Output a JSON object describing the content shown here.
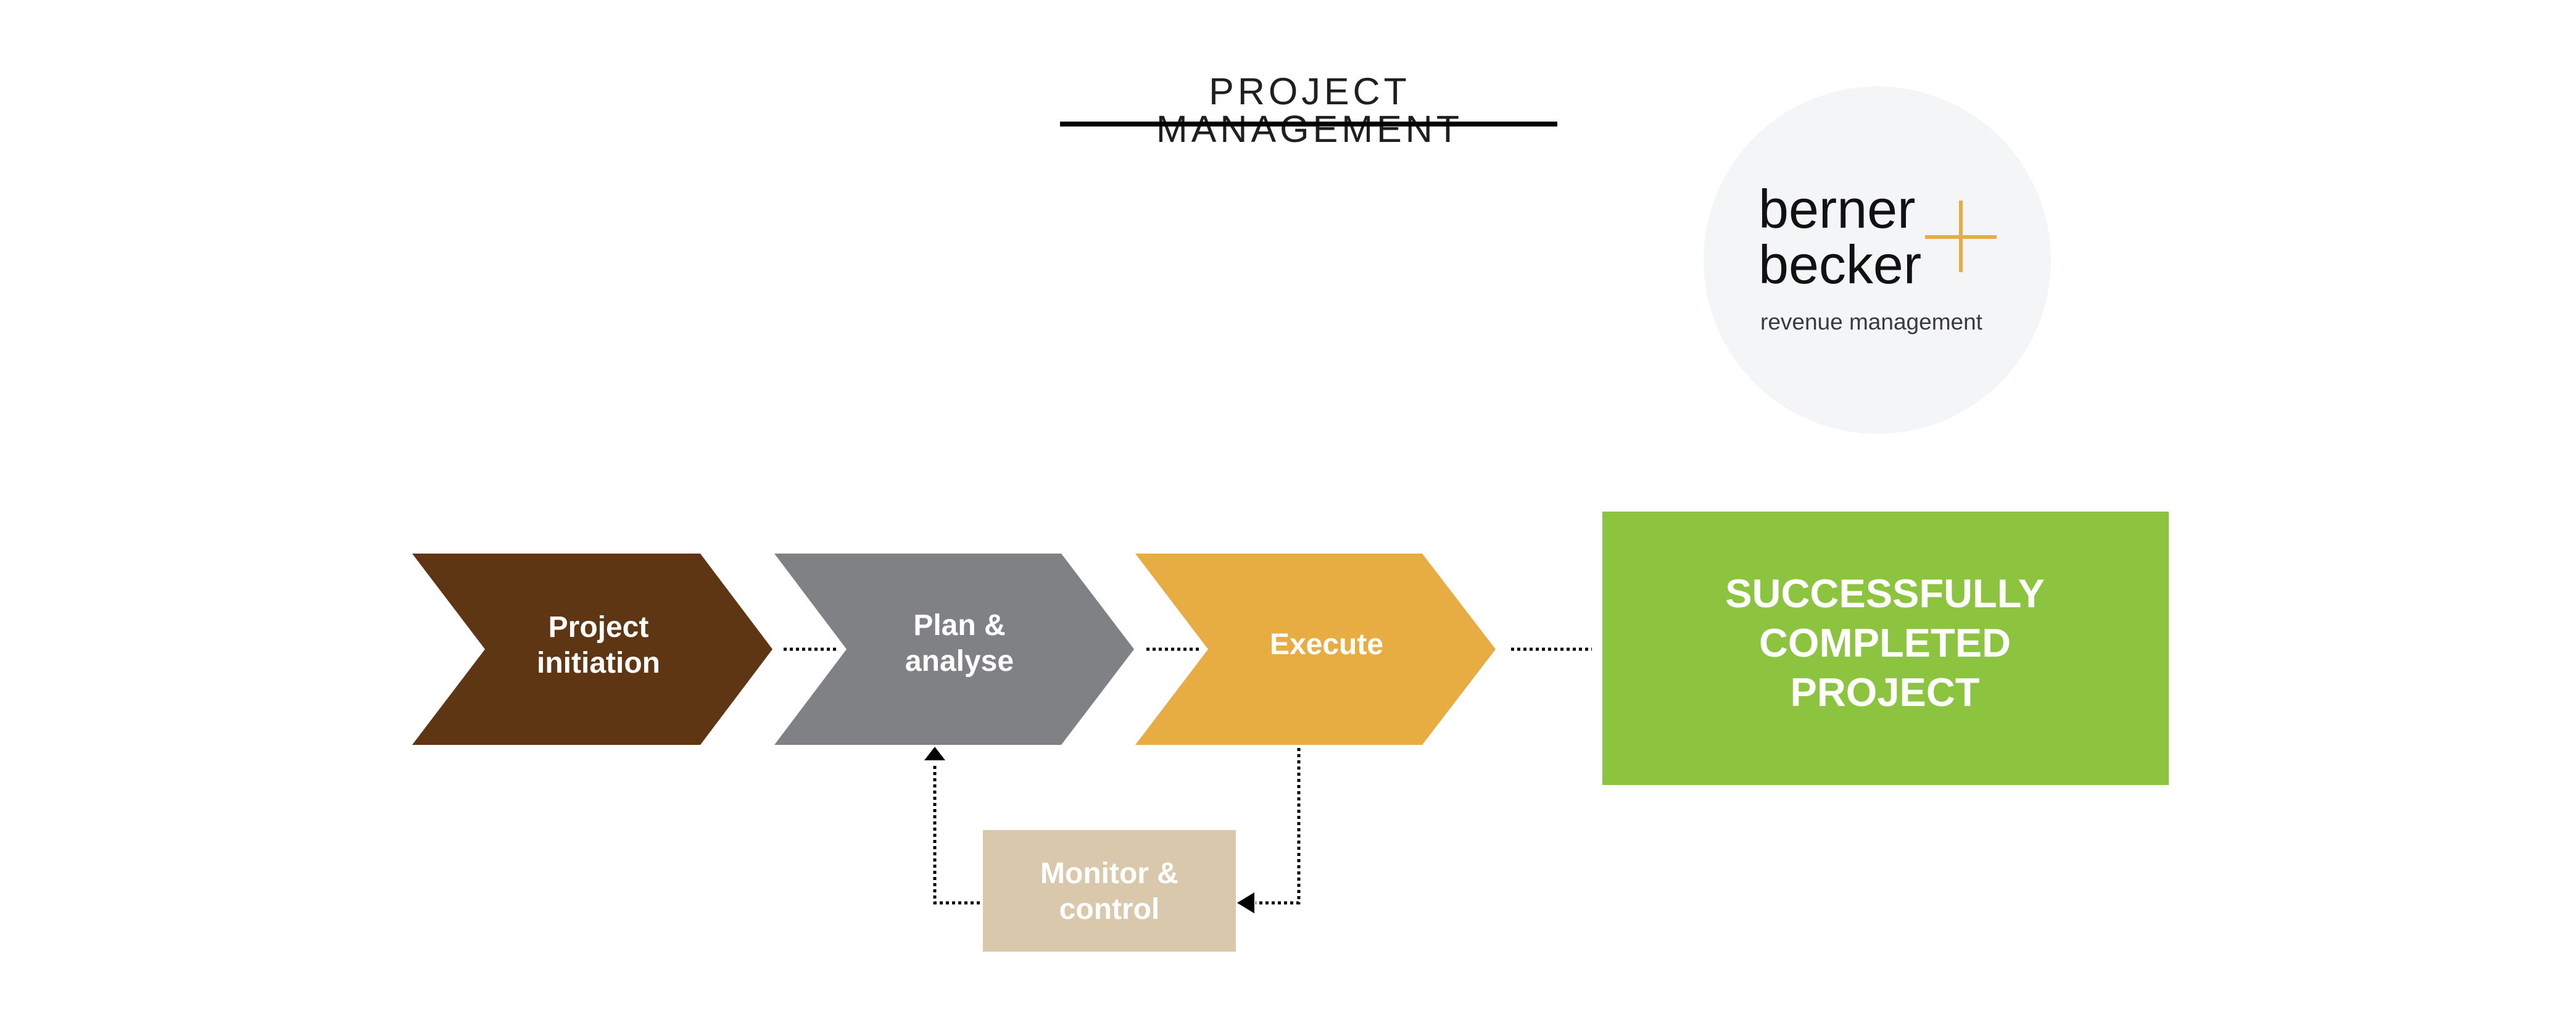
{
  "title": "PROJECT MANAGEMENT",
  "logo": {
    "line1": "berner",
    "line2": "becker",
    "tagline": "revenue management",
    "accent_color": "#e8ad42"
  },
  "steps": [
    {
      "label_line1": "Project",
      "label_line2": "initiation",
      "color": "#5e3614"
    },
    {
      "label_line1": "Plan &",
      "label_line2": "analyse",
      "color": "#808184"
    },
    {
      "label": "Execute",
      "color": "#e8ad42"
    }
  ],
  "monitor": {
    "label_line1": "Monitor &",
    "label_line2": "control",
    "color": "#d9c8ab"
  },
  "result": {
    "line1": "SUCCESSFULLY",
    "line2": "COMPLETED",
    "line3": "PROJECT",
    "color": "#8cc43f"
  }
}
